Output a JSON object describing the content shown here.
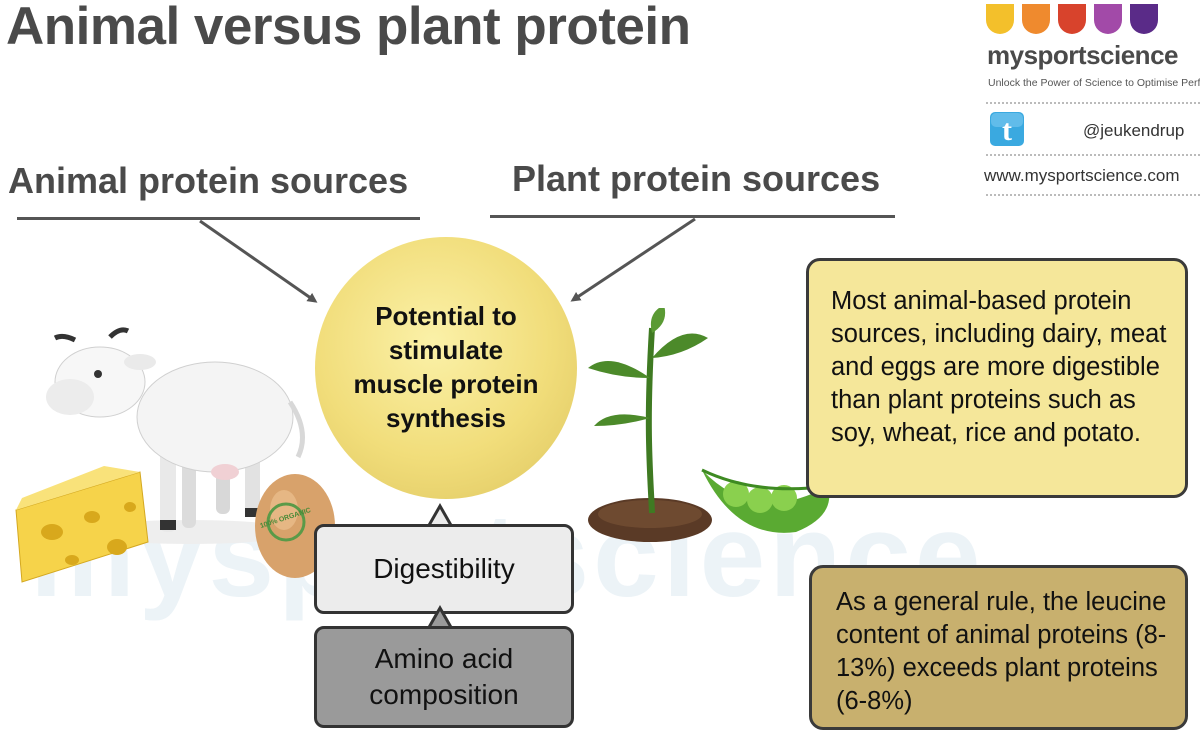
{
  "title": "Animal versus plant protein",
  "animal_heading": "Animal protein sources",
  "plant_heading": "Plant protein sources",
  "center_text": "Potential to stimulate muscle protein synthesis",
  "digestibility_label": "Digestibility",
  "amino_label": "Amino acid composition",
  "info_box_1": "Most animal-based protein sources, including dairy, meat and eggs are more digestible than plant proteins such as soy, wheat, rice and potato.",
  "info_box_2": "As a general rule, the leucine content of animal proteins (8-13%) exceeds plant proteins (6-8%)",
  "egg_stamp": "100% ORGANIC",
  "watermark": "mysportscience",
  "logo": {
    "brand": "mysportscience",
    "tagline": "Unlock the Power of Science to Optimise Performance",
    "handle": "@jeukendrup",
    "website": "www.mysportscience.com",
    "dot_colors": [
      "#f3c02b",
      "#ef8a2e",
      "#d8432c",
      "#a24aa8",
      "#5a2b88"
    ]
  },
  "colors": {
    "circle": "#f1dd7a",
    "info_box_1": "#f5e79a",
    "info_box_2": "#c8b06e",
    "digestibility_box": "#ececec",
    "amino_box": "#9a9a9a"
  }
}
